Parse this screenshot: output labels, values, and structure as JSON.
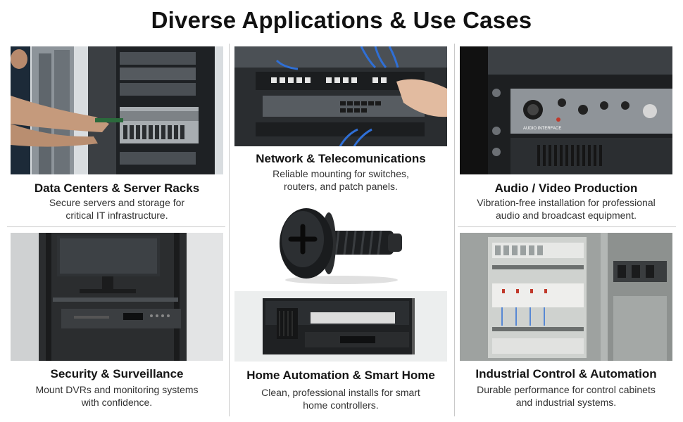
{
  "title": "Diverse Applications & Use Cases",
  "cells": {
    "data_centers": {
      "title": "Data Centers & Server Racks",
      "desc": [
        "Secure servers and storage for",
        "critical IT infrastructure."
      ]
    },
    "network": {
      "title": "Network & Telecomunications",
      "desc": [
        "Reliable mounting for switches,",
        "routers, and patch panels."
      ]
    },
    "audio_video": {
      "title": "Audio / Video Production",
      "desc": [
        "Vibration-free installation for professional",
        "audio and broadcast equipment."
      ]
    },
    "security": {
      "title": "Security & Surveillance",
      "desc": [
        "Mount DVRs and monitoring systems",
        "with confidence."
      ]
    },
    "home": {
      "title": "Home Automation & Smart Home",
      "desc": [
        "Clean, professional installs for smart",
        "home controllers."
      ]
    },
    "industrial": {
      "title": "Industrial Control & Automation",
      "desc": [
        "Durable performance for control cabinets",
        "and industrial systems."
      ]
    }
  },
  "labels": {
    "audio_interface": "AUDIO INTERFACE"
  }
}
